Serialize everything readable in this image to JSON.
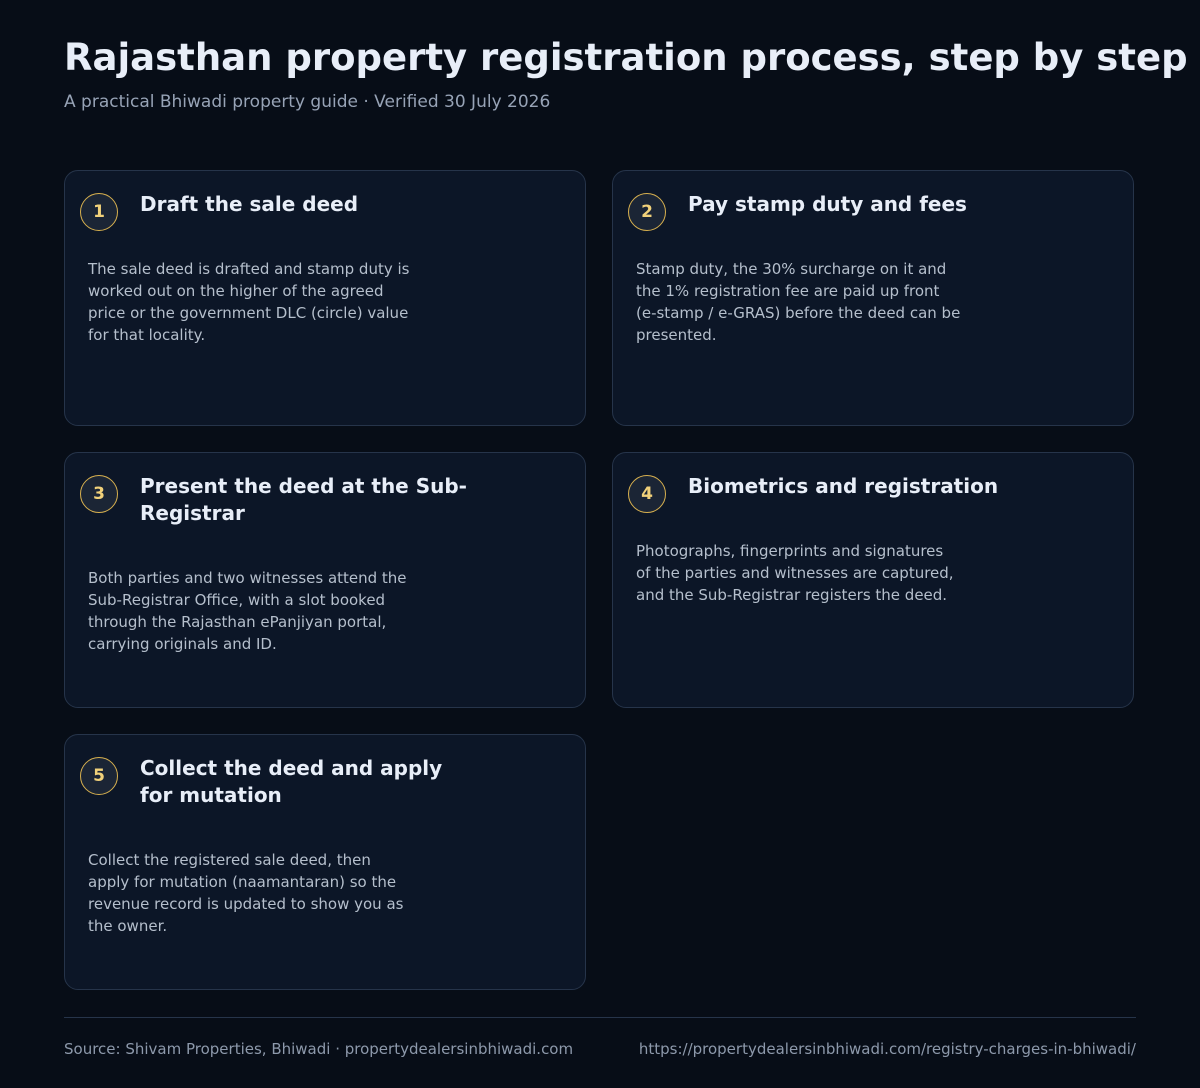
{
  "title": "Rajasthan property registration process, step by step",
  "subtitle": "A practical Bhiwadi property guide · Verified 30 July 2026",
  "steps": [
    {
      "number": "1",
      "title": "Draft the sale deed",
      "body": "The sale deed is drafted and stamp duty is worked out on the higher of the agreed price or the government DLC (circle) value for that locality."
    },
    {
      "number": "2",
      "title": "Pay stamp duty and fees",
      "body": "Stamp duty, the 30% surcharge on it and the 1% registration fee are paid up front (e-stamp / e-GRAS) before the deed can be presented."
    },
    {
      "number": "3",
      "title": "Present the deed at the Sub-Registrar",
      "body": "Both parties and two witnesses attend the Sub-Registrar Office, with a slot booked through the Rajasthan ePanjiyan portal, carrying originals and ID."
    },
    {
      "number": "4",
      "title": "Biometrics and registration",
      "body": "Photographs, fingerprints and signatures of the parties and witnesses are captured, and the Sub-Registrar registers the deed."
    },
    {
      "number": "5",
      "title": "Collect the deed and apply for mutation",
      "body": "Collect the registered sale deed, then apply for mutation (naamantaran) so the revenue record is updated to show you as the owner."
    }
  ],
  "footer": {
    "source": "Source: Shivam Properties, Bhiwadi · propertydealersinbhiwadi.com",
    "url": "https://propertydealersinbhiwadi.com/registry-charges-in-bhiwadi/"
  },
  "colors": {
    "background": "#070d17",
    "card": "#0c1627",
    "card_border": "#26344a",
    "accent_gold": "#d7b04f",
    "title_text": "#e8eef8",
    "body_text": "#b5bfcc"
  }
}
